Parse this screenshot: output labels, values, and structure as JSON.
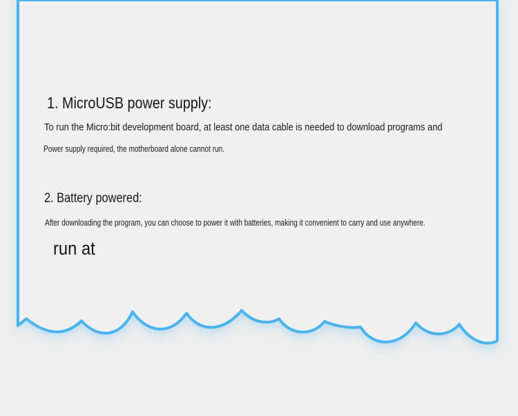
{
  "sections": {
    "microusb": {
      "heading": "1. MicroUSB power supply:",
      "line1": "To run the Micro:bit development board, at least one data cable is needed to download programs and",
      "line2": "Power supply required, the motherboard alone cannot run."
    },
    "battery": {
      "heading": "2. Battery powered:",
      "line1": "After downloading the program, you can choose to power it with batteries, making it convenient to carry and use anywhere."
    }
  },
  "footer_text": "run at",
  "colors": {
    "page_background": "#eeeeee",
    "card_background": "#f0f0f0",
    "card_border": "#4ab3ee"
  }
}
